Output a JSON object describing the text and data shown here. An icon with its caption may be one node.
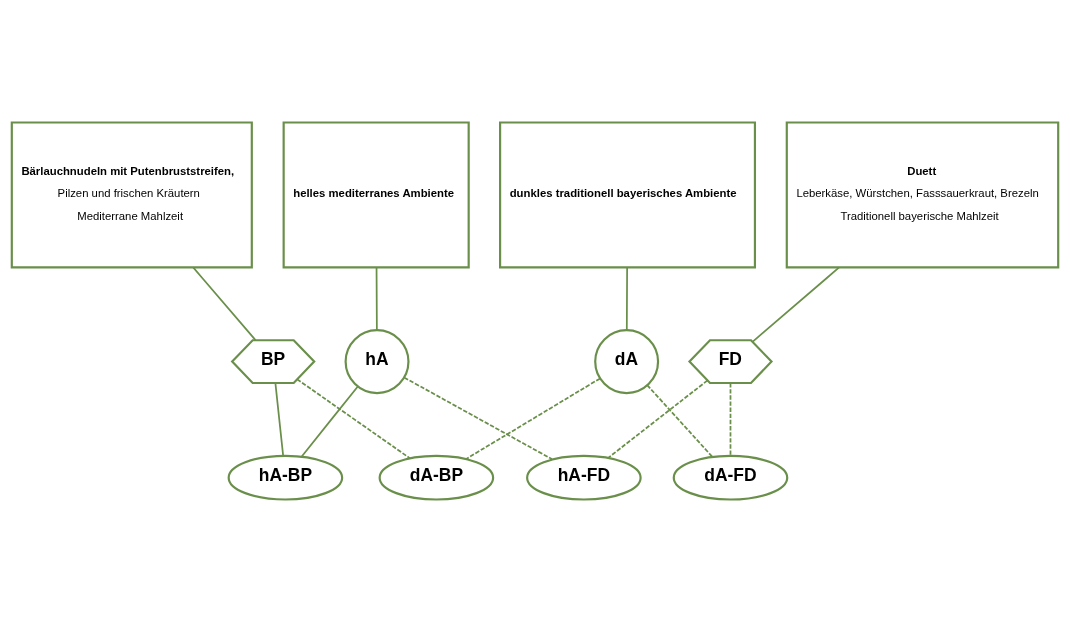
{
  "diagram": {
    "nodes": [
      {
        "text": [
          "helles mediterranes Ambiente"
        ]
      },
      {
        "text": [
          "dunkles traditionell bayerisches Ambiente"
        ]
      },
      {
        "text": [
          "Bärlauchnudeln mit Putenbruststreifen,",
          "Pilzen und frischen Kräutern",
          "Mediterrane Mahlzeit"
        ]
      },
      {
        "text": [
          "Duett",
          "Leberkäse, Würstchen, Fasssauerkraut, Brezeln",
          "Traditionell bayerische Mahlzeit"
        ]
      },
      {
        "text": [
          "hA"
        ]
      },
      {
        "text": [
          "dA"
        ]
      },
      {
        "text": [
          "BP"
        ]
      },
      {
        "text": [
          "FD"
        ]
      },
      {
        "text": [
          "hA-BP"
        ]
      },
      {
        "text": [
          "hA-FD"
        ]
      },
      {
        "text": [
          "dA-BP"
        ]
      },
      {
        "text": [
          "dA-FD"
        ]
      }
    ],
    "edges": [
      {
        "from": 0,
        "to": 4,
        "arrow": "none"
      },
      {
        "from": 1,
        "to": 5,
        "arrow": "none"
      },
      {
        "from": 2,
        "to": 6,
        "arrow": "none"
      },
      {
        "from": 3,
        "to": 7,
        "arrow": "none"
      },
      {
        "from": 4,
        "to": 8,
        "arrow": "none"
      },
      {
        "from": 4,
        "to": 9,
        "arrow": "none",
        "style": "dashed"
      },
      {
        "from": 5,
        "to": 10,
        "arrow": "none",
        "style": "dashed"
      },
      {
        "from": 5,
        "to": 11,
        "arrow": "none",
        "style": "dashed"
      },
      {
        "from": 6,
        "to": 8,
        "arrow": "none"
      },
      {
        "from": 6,
        "to": 10,
        "arrow": "none",
        "style": "dashed"
      },
      {
        "from": 7,
        "to": 9,
        "arrow": "none",
        "style": "dashed"
      },
      {
        "from": 7,
        "to": 11,
        "arrow": "none",
        "style": "dashed"
      }
    ]
  }
}
